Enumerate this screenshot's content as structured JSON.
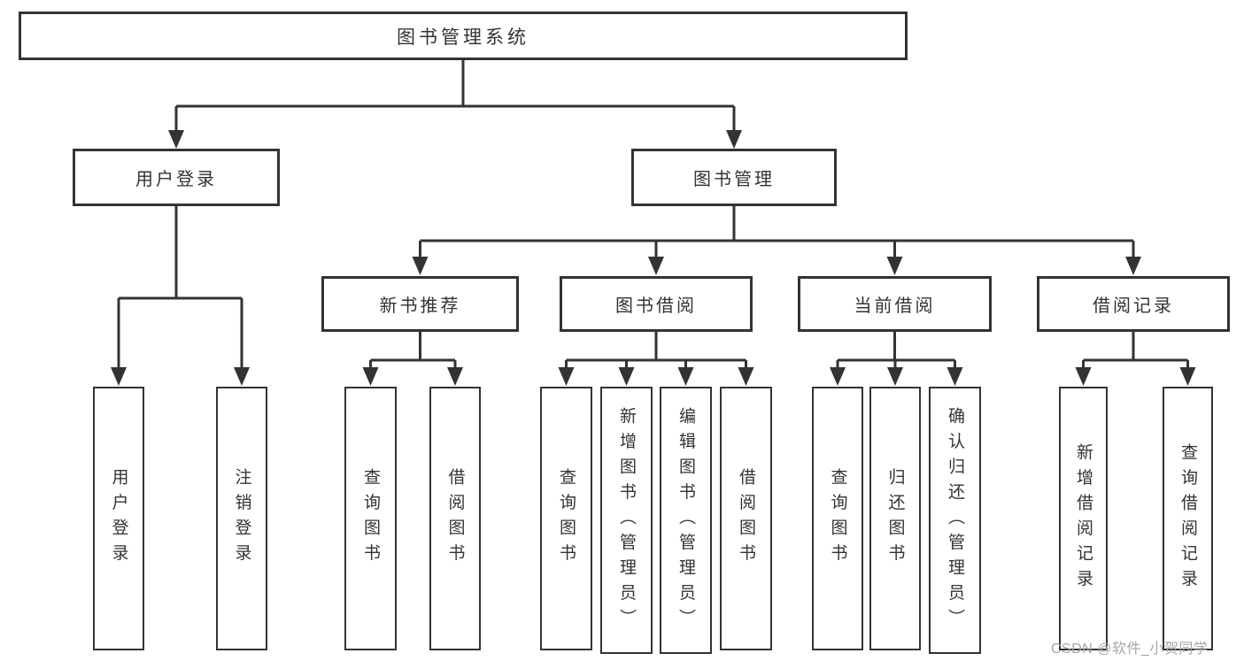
{
  "diagram": {
    "root": {
      "label": "图书管理系统"
    },
    "level1": {
      "user_login": {
        "label": "用户登录"
      },
      "book_mgmt": {
        "label": "图书管理"
      }
    },
    "user_login_children": {
      "login": {
        "label": "用户登录"
      },
      "logout": {
        "label": "注销登录"
      }
    },
    "book_mgmt_children": {
      "new_book_rec": {
        "label": "新书推荐"
      },
      "book_borrow": {
        "label": "图书借阅"
      },
      "current_borrow": {
        "label": "当前借阅"
      },
      "borrow_record": {
        "label": "借阅记录"
      }
    },
    "new_book_rec_children": {
      "query_book": {
        "label": "查询图书"
      },
      "borrow_book": {
        "label": "借阅图书"
      }
    },
    "book_borrow_children": {
      "query_book": {
        "label": "查询图书"
      },
      "add_book_admin": {
        "label": "新增图书（管理员）"
      },
      "edit_book_admin": {
        "label": "编辑图书（管理员）"
      },
      "borrow_book": {
        "label": "借阅图书"
      }
    },
    "current_borrow_children": {
      "query_book": {
        "label": "查询图书"
      },
      "return_book": {
        "label": "归还图书"
      },
      "confirm_return_admin": {
        "label": "确认归还（管理员）"
      }
    },
    "borrow_record_children": {
      "add_record": {
        "label": "新增借阅记录"
      },
      "query_record": {
        "label": "查询借阅记录"
      }
    }
  },
  "watermark": {
    "text": "CSDN @软件_小贺同学"
  },
  "colors": {
    "line": "#333333",
    "text": "#333333",
    "background": "#ffffff",
    "watermark": "#a6a6a6"
  }
}
